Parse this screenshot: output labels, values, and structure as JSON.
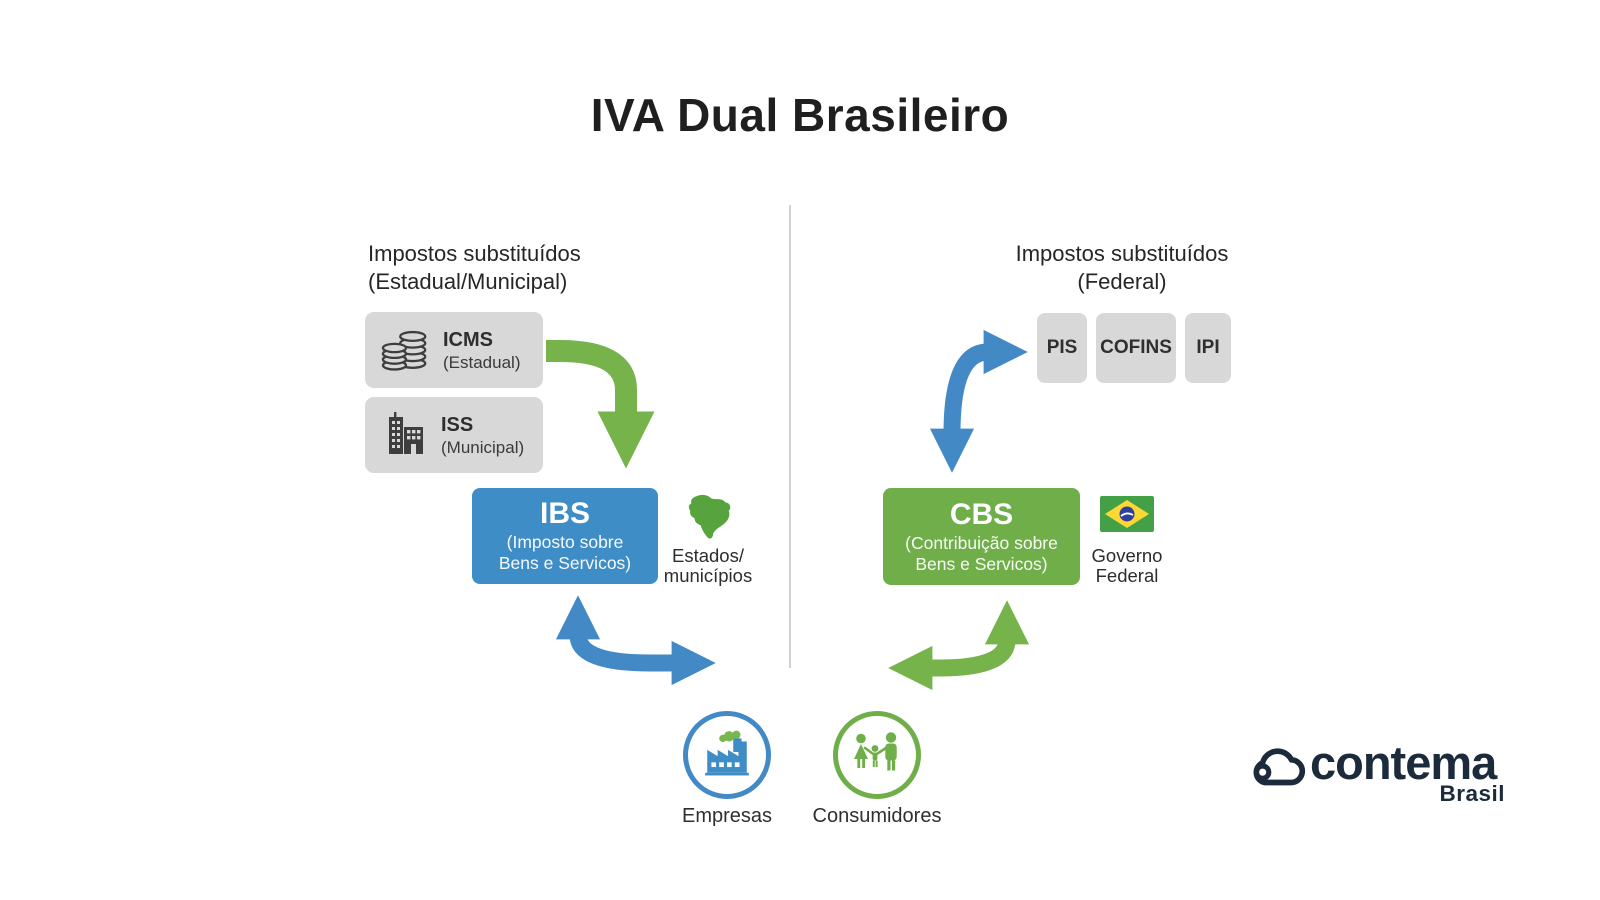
{
  "title": "IVA Dual Brasileiro",
  "left": {
    "header1": "Impostos substituídos",
    "header2": "(Estadual/Municipal)",
    "taxes": [
      {
        "label": "ICMS",
        "sub": "(Estadual)",
        "icon": "coins-icon"
      },
      {
        "label": "ISS",
        "sub": "(Municipal)",
        "icon": "buildings-icon"
      }
    ],
    "vat": {
      "acronym": "IBS",
      "line1": "(Imposto sobre",
      "line2": "Bens e Servicos)"
    },
    "beneficiary": {
      "icon": "brazil-map-icon",
      "line1": "Estados/",
      "line2": "municípios"
    },
    "actor": {
      "icon": "factory-icon",
      "label": "Empresas"
    }
  },
  "right": {
    "header1": "Impostos substituídos",
    "header2": "(Federal)",
    "taxes": [
      {
        "label": "PIS"
      },
      {
        "label": "COFINS"
      },
      {
        "label": "IPI"
      }
    ],
    "vat": {
      "acronym": "CBS",
      "line1": "(Contribuição sobre",
      "line2": "Bens e Servicos)"
    },
    "beneficiary": {
      "icon": "brazil-flag-icon",
      "line1": "Governo",
      "line2": "Federal"
    },
    "actor": {
      "icon": "family-icon",
      "label": "Consumidores"
    }
  },
  "logo": {
    "brand": "contema",
    "region": "Brasil",
    "icon": "cloud-icon"
  },
  "colors": {
    "vat_blue": "#3f8dc6",
    "vat_green": "#6fae49",
    "arrow_blue": "#4289c6",
    "arrow_green": "#76b44b",
    "tax_box_gray": "#d8d8d8",
    "logo_navy": "#1b2b3b"
  }
}
